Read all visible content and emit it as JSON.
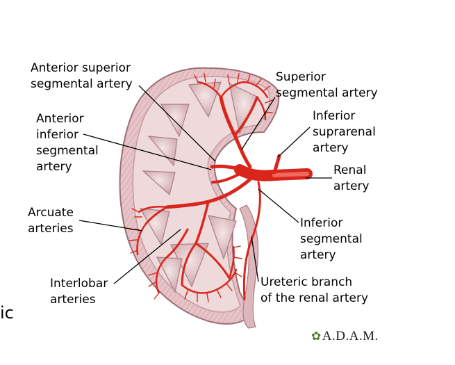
{
  "labels": {
    "anterior_superior": [
      "Anterior superior",
      "segmental artery"
    ],
    "anterior_inferior": [
      "Anterior",
      "inferior",
      "segmental",
      "artery"
    ],
    "arcuate": [
      "Arcuate",
      "arteries"
    ],
    "interlobar": [
      "Interlobar",
      "arteries"
    ],
    "superior_segmental": [
      "Superior",
      "segmental artery"
    ],
    "inferior_suprarenal": [
      "Inferior",
      "suprarenal",
      "artery"
    ],
    "renal": [
      "Renal",
      "artery"
    ],
    "inferior_segmental": [
      "Inferior",
      "segmental",
      "artery"
    ],
    "ureteric": [
      "Ureteric branch",
      "of the renal artery"
    ]
  },
  "fragment_text": "ic",
  "brand": "A.D.A.M.",
  "colors": {
    "artery": "#d9261c",
    "cortex": "#e8c9cc",
    "cortex_edge": "#9c6f75",
    "medulla": "#e9d2d4",
    "leader": "#000000"
  }
}
